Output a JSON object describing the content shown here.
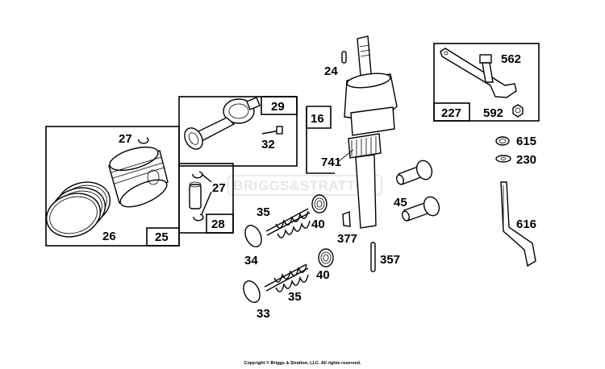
{
  "watermark": "BRIGGS&STRATTON",
  "copyright": "Copyright © Briggs & Stratton, LLC. All rights reserved.",
  "callouts": {
    "c24": "24",
    "c562": "562",
    "c227": "227",
    "c592": "592",
    "c29": "29",
    "c16": "16",
    "c27a": "27",
    "c32": "32",
    "c741": "741",
    "c615": "615",
    "c230": "230",
    "c27b": "27",
    "c45": "45",
    "c35a": "35",
    "c40a": "40",
    "c28": "28",
    "c616": "616",
    "c377": "377",
    "c26": "26",
    "c25": "25",
    "c357": "357",
    "c34": "34",
    "c40b": "40",
    "c35b": "35",
    "c33": "33"
  }
}
